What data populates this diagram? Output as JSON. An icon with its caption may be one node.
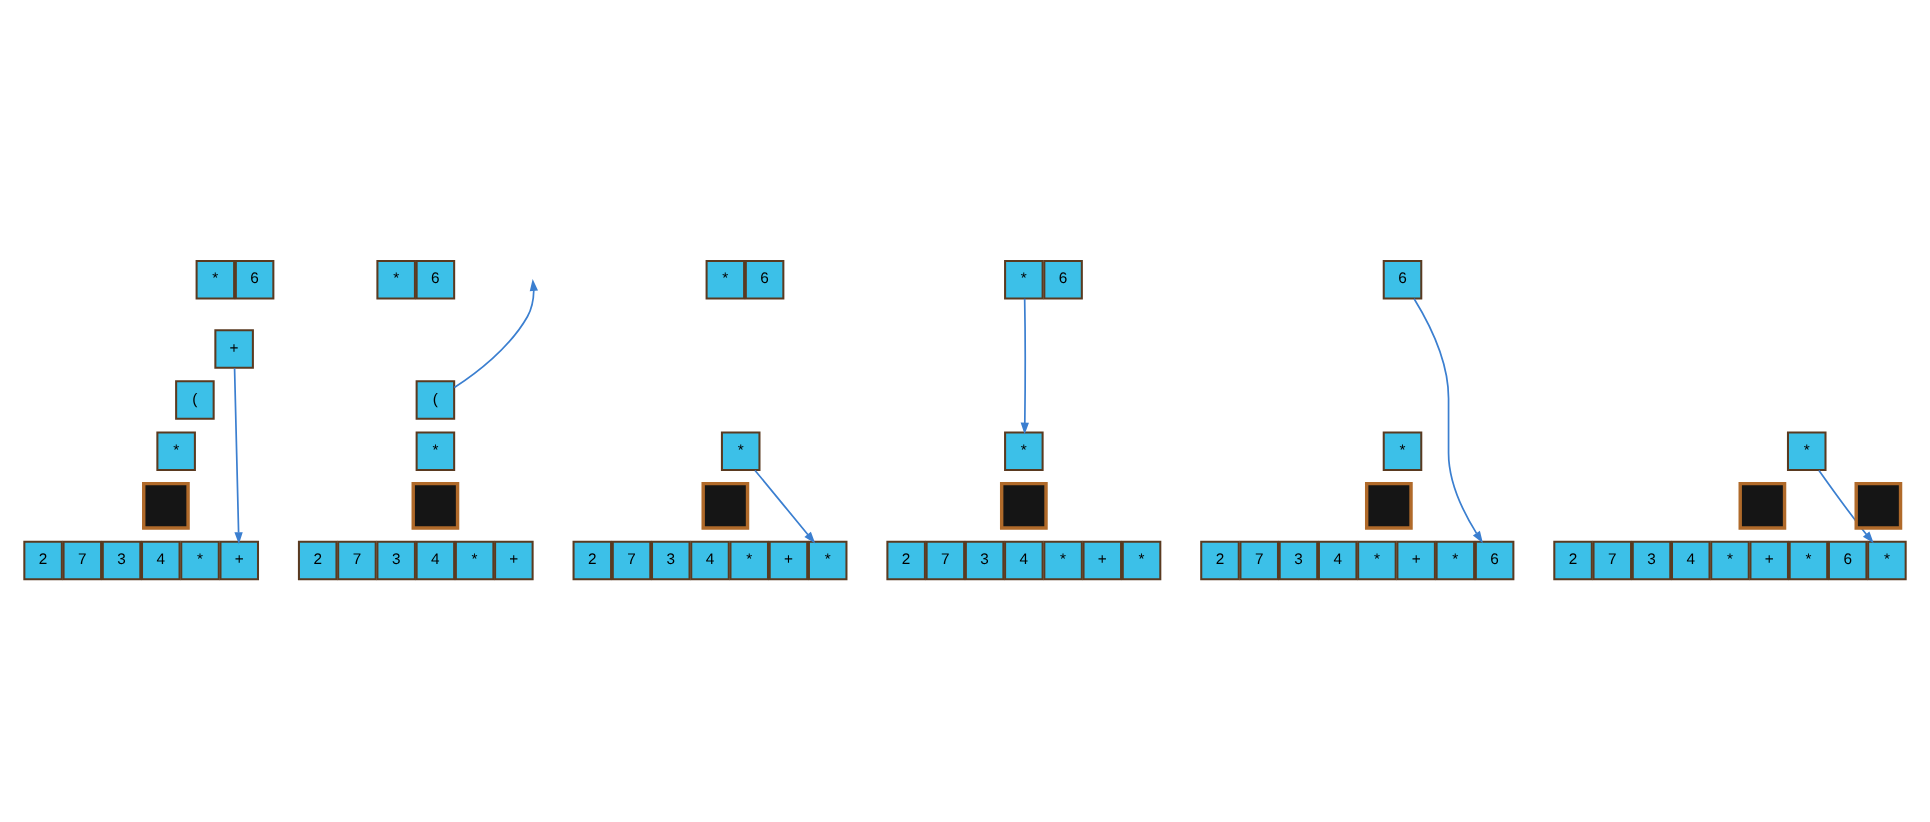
{
  "diagram": {
    "nodes": [
      {
        "text": [
          "*"
        ]
      },
      {
        "text": [
          "6"
        ]
      },
      {
        "text": [
          "+"
        ]
      },
      {
        "text": [
          "("
        ]
      },
      {
        "text": [
          "*"
        ]
      },
      {
        "text": [],
        "shape": "box"
      },
      {
        "text": [
          "2"
        ]
      },
      {
        "text": [
          "7"
        ]
      },
      {
        "text": [
          "3"
        ]
      },
      {
        "text": [
          "4"
        ]
      },
      {
        "text": [
          "*"
        ]
      },
      {
        "text": [
          "+"
        ]
      },
      {
        "text": [
          "*"
        ]
      },
      {
        "text": [
          "6"
        ]
      },
      {
        "text": [
          "("
        ]
      },
      {
        "text": [
          "*"
        ]
      },
      {
        "text": [],
        "shape": "box"
      },
      {
        "text": [
          "2"
        ]
      },
      {
        "text": [
          "7"
        ]
      },
      {
        "text": [
          "3"
        ]
      },
      {
        "text": [
          "4"
        ]
      },
      {
        "text": [
          "*"
        ]
      },
      {
        "text": [
          "+"
        ]
      },
      {
        "text": [
          "*"
        ]
      },
      {
        "text": [
          "6"
        ]
      },
      {
        "text": [
          "*"
        ]
      },
      {
        "text": [],
        "shape": "box"
      },
      {
        "text": [
          "2"
        ]
      },
      {
        "text": [
          "7"
        ]
      },
      {
        "text": [
          "3"
        ]
      },
      {
        "text": [
          "4"
        ]
      },
      {
        "text": [
          "*"
        ]
      },
      {
        "text": [
          "+"
        ]
      },
      {
        "text": [
          "*"
        ]
      },
      {
        "text": [
          "*"
        ]
      },
      {
        "text": [
          "6"
        ]
      },
      {
        "text": [
          "*"
        ]
      },
      {
        "text": [],
        "shape": "box"
      },
      {
        "text": [
          "2"
        ]
      },
      {
        "text": [
          "7"
        ]
      },
      {
        "text": [
          "3"
        ]
      },
      {
        "text": [
          "4"
        ]
      },
      {
        "text": [
          "*"
        ]
      },
      {
        "text": [
          "+"
        ]
      },
      {
        "text": [
          "*"
        ]
      },
      {
        "text": [
          "6"
        ]
      },
      {
        "text": [
          "*"
        ]
      },
      {
        "text": [],
        "shape": "box"
      },
      {
        "text": [
          "2"
        ]
      },
      {
        "text": [
          "7"
        ]
      },
      {
        "text": [
          "3"
        ]
      },
      {
        "text": [
          "4"
        ]
      },
      {
        "text": [
          "*"
        ]
      },
      {
        "text": [
          "+"
        ]
      },
      {
        "text": [
          "*"
        ]
      },
      {
        "text": [
          "6"
        ]
      },
      {
        "text": [
          "*"
        ]
      },
      {
        "text": [],
        "shape": "box"
      },
      {
        "text": [
          "2"
        ]
      },
      {
        "text": [
          "7"
        ]
      },
      {
        "text": [
          "3"
        ]
      },
      {
        "text": [
          "4"
        ]
      },
      {
        "text": [
          "*"
        ]
      },
      {
        "text": [
          "+"
        ]
      },
      {
        "text": [
          "*"
        ]
      },
      {
        "text": [
          "6"
        ]
      },
      {
        "text": [
          "*"
        ]
      },
      {
        "text": [],
        "shape": "box"
      }
    ],
    "edges": [
      {
        "from": 2,
        "to": 11,
        "arrow": "to"
      },
      {
        "from": 14,
        "to": null,
        "arrow": "to"
      },
      {
        "from": 25,
        "to": 33,
        "arrow": "to"
      },
      {
        "from": 34,
        "to": 36,
        "arrow": "to"
      },
      {
        "from": 45,
        "to": 55,
        "arrow": "to"
      },
      {
        "from": 56,
        "to": 66,
        "arrow": "to"
      }
    ]
  }
}
